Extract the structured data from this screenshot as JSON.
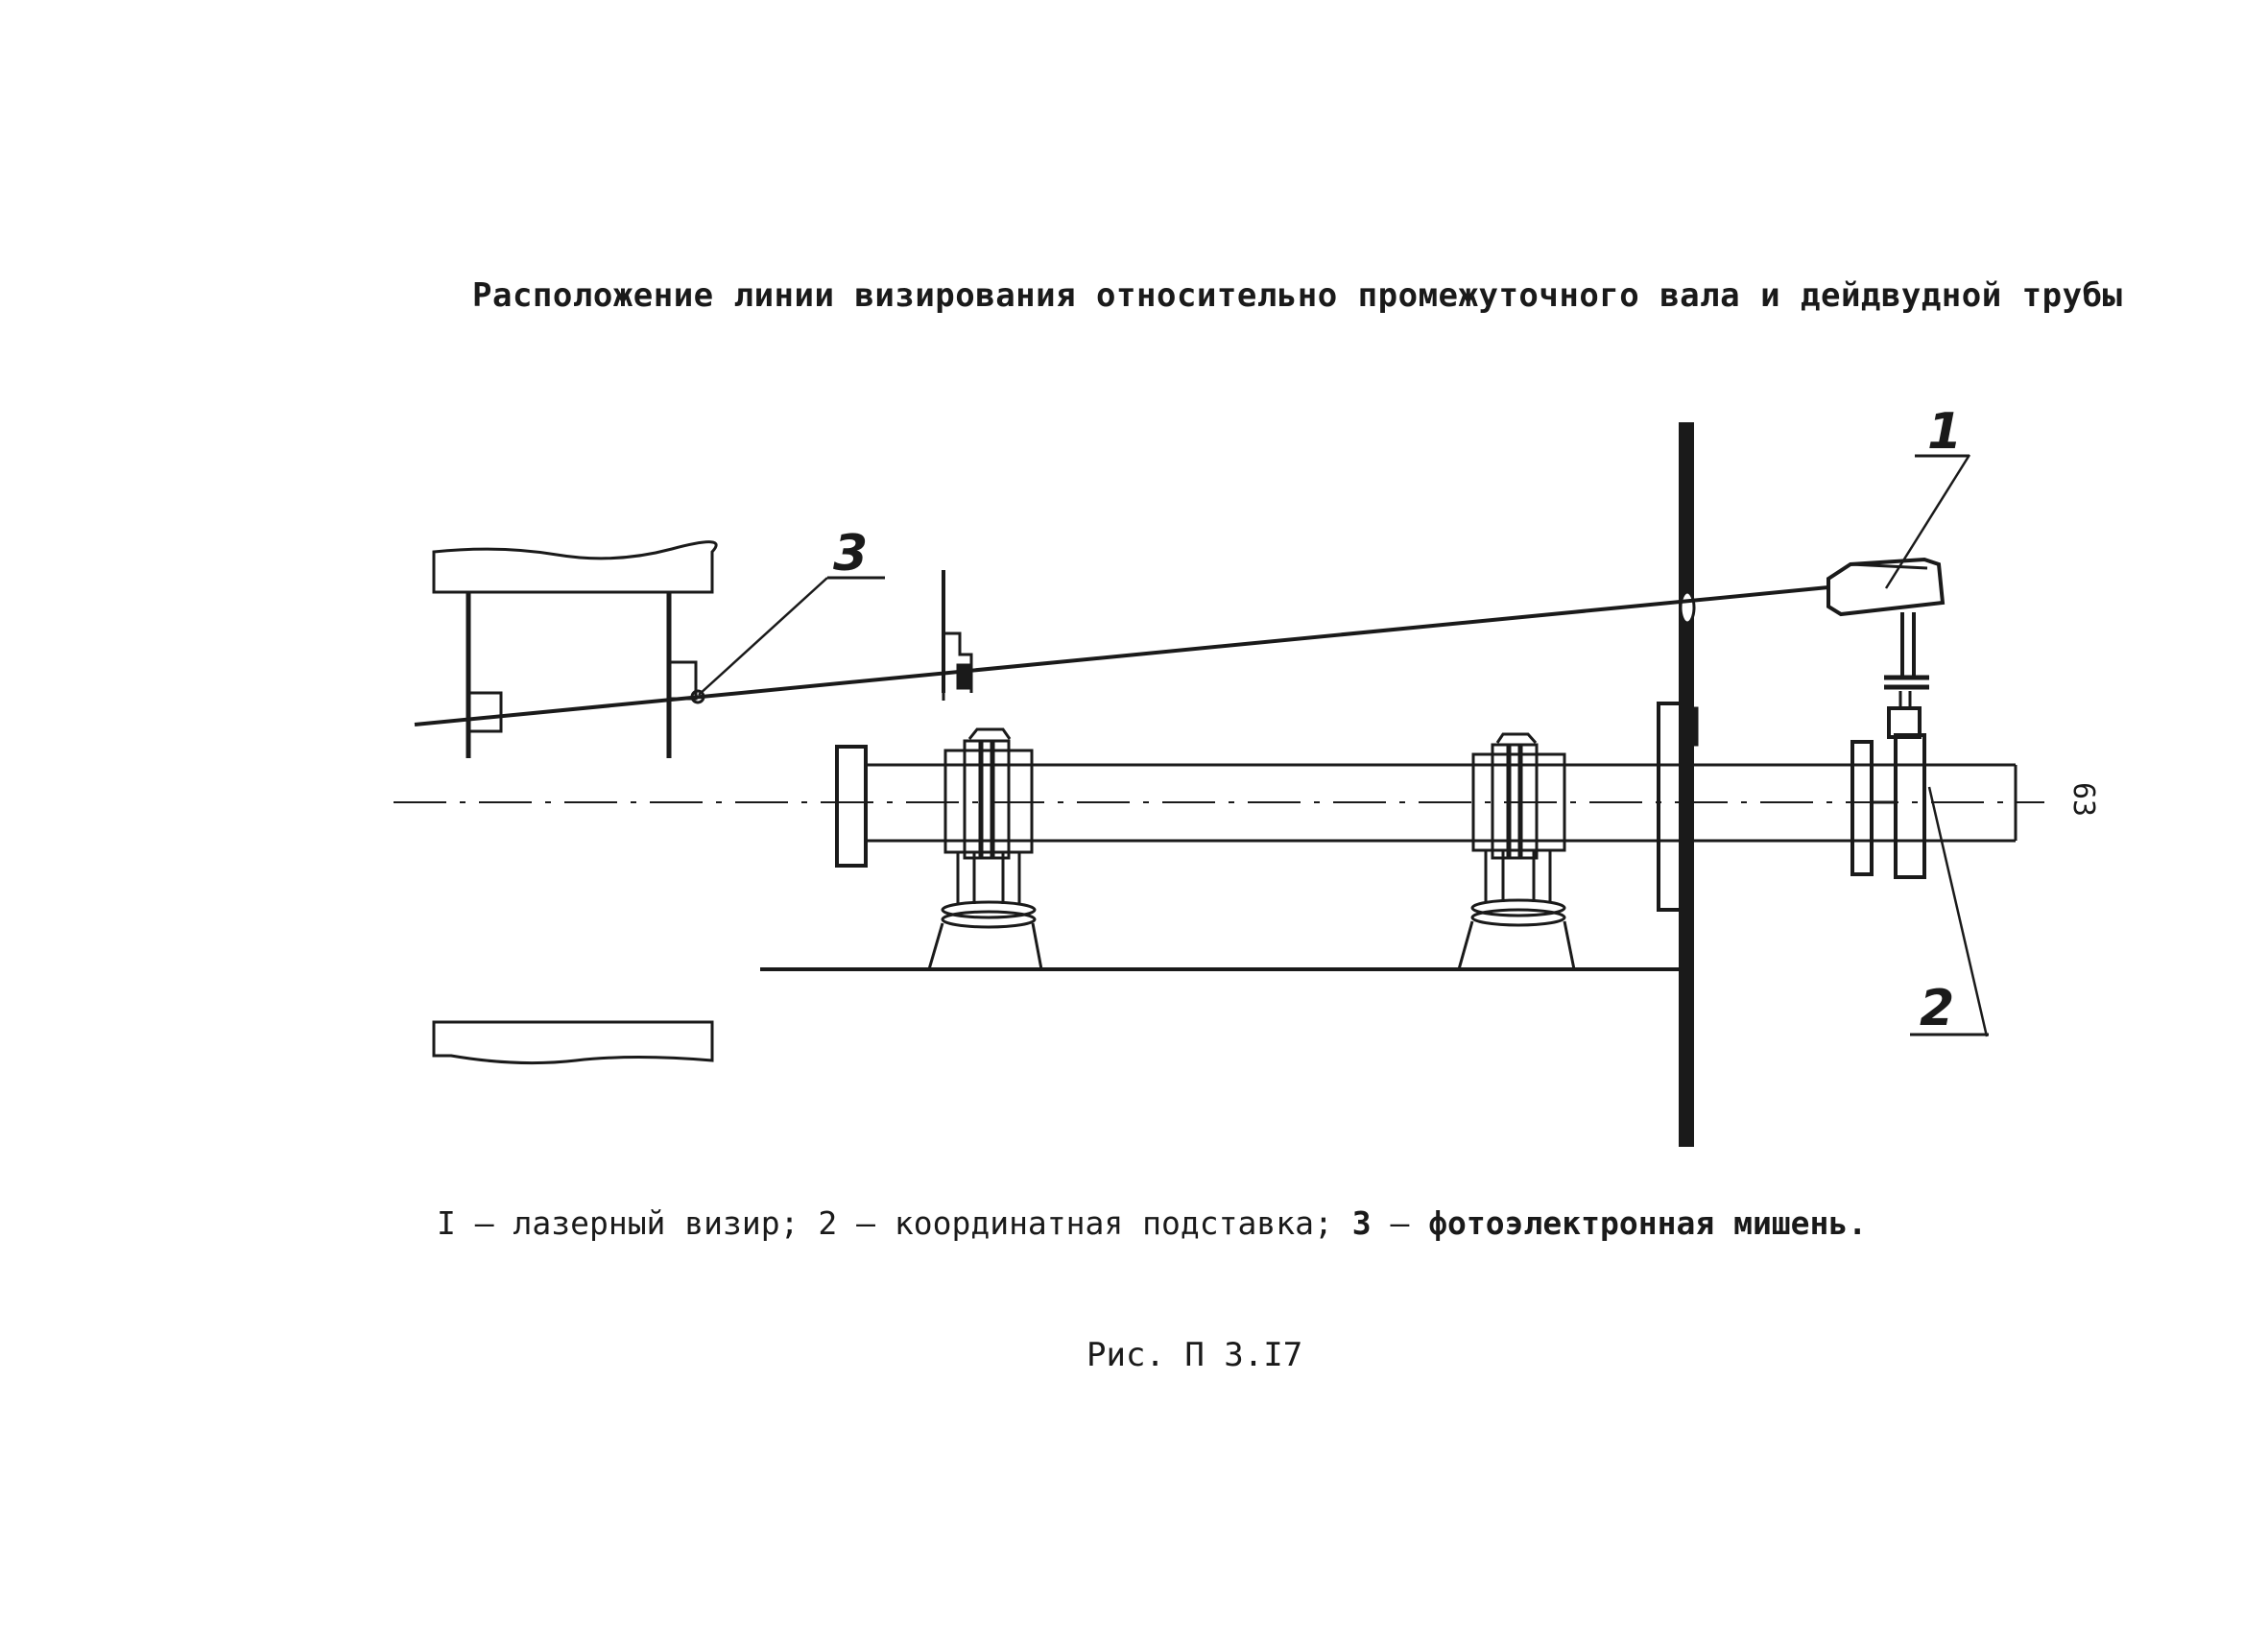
{
  "title": "Расположение линии визирования относительно промежуточного вала и дейдвудной трубы",
  "callouts": {
    "laser": "1",
    "stand": "2",
    "target": "3"
  },
  "legend": {
    "item1_num": "I",
    "item1_sep": " – ",
    "item1_text": "лазерный визир;",
    "item2_num": " 2",
    "item2_sep": " – ",
    "item2_text": "координатная подставка;",
    "item3_num": " 3",
    "item3_sep": " – ",
    "item3_text": "фотоэлектронная мишень."
  },
  "caption": "Рис. П 3.I7",
  "page_number": "63"
}
